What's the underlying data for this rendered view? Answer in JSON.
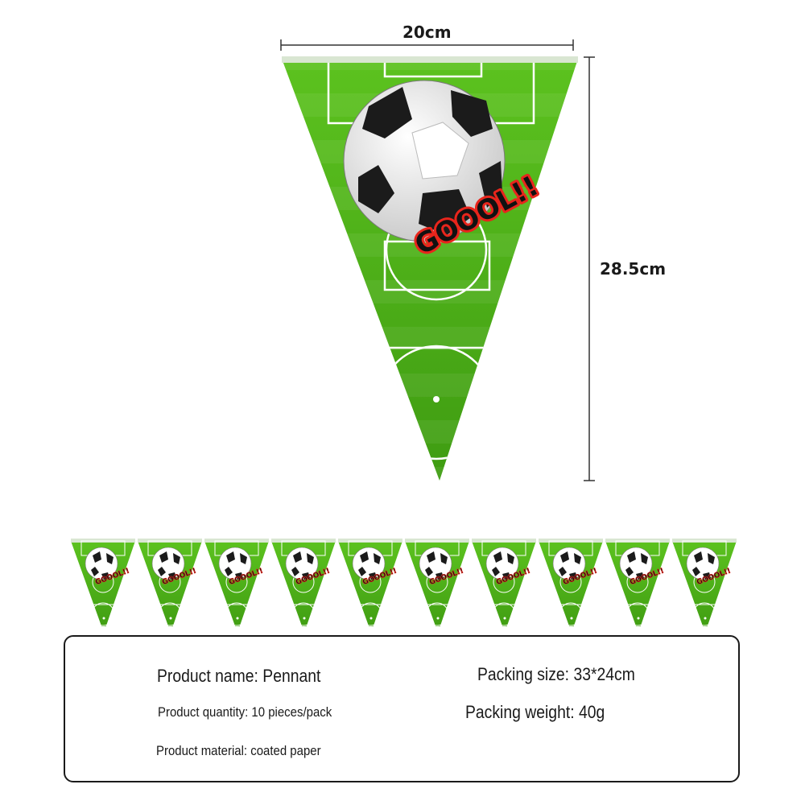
{
  "dimensions": {
    "width_label": "20cm",
    "height_label": "28.5cm"
  },
  "pennant": {
    "text": "GOOOL!!",
    "field_color": "#5cc21f",
    "field_color_dark": "#3f9c12",
    "accent_color": "#e8251c",
    "count": 10
  },
  "specs": {
    "product_name": "Product name: Pennant",
    "product_quantity": "Product quantity: 10 pieces/pack",
    "product_material": "Product material: coated paper",
    "packing_size": "Packing size: 33*24cm",
    "packing_weight": "Packing weight: 40g"
  }
}
